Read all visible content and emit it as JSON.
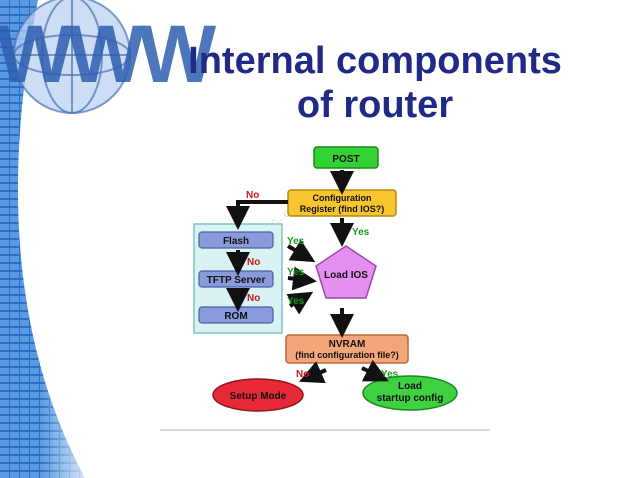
{
  "title": {
    "line1": "Internal components",
    "line2": "of router"
  },
  "logo": {
    "text": "WWW"
  },
  "diagram": {
    "post": "POST",
    "config_register": [
      "Configuration",
      "Register (find IOS?)"
    ],
    "flash": "Flash",
    "tftp_server": "TFTP Server",
    "rom": "ROM",
    "load_ios": "Load IOS",
    "nvram": [
      "NVRAM",
      "(find configuration file?)"
    ],
    "setup_mode": "Setup Mode",
    "load_startup": [
      "Load",
      "startup config"
    ],
    "labels": {
      "no_to_flash": "No",
      "yes_to_load_ios": "Yes",
      "flash_yes": "Yes",
      "flash_no": "No",
      "tftp_yes": "Yes",
      "tftp_no": "No",
      "rom_yes": "Yes",
      "nvram_no": "No",
      "nvram_yes": "Yes"
    }
  },
  "colors": {
    "title": "#1f2a86",
    "post_fill": "#33d133",
    "config_fill": "#f7c530",
    "device_fill": "#8a9bdc",
    "load_ios_fill": "#e58ff0",
    "nvram_fill": "#f4a57a",
    "setup_fill": "#e8293a",
    "startup_fill": "#3fd141",
    "panel_fill": "#d9f3f3",
    "background_blue": "#1e5bb8"
  }
}
